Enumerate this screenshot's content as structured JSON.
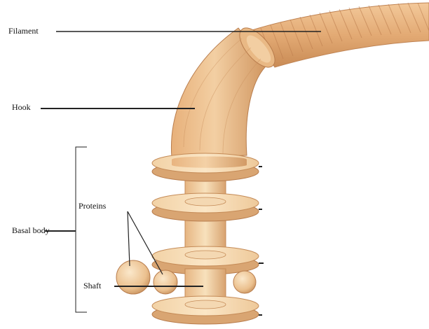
{
  "labels": {
    "filament": "Filament",
    "hook": "Hook",
    "proteins": "Proteins",
    "basal_body": "Basal body",
    "shaft": "Shaft"
  },
  "colors": {
    "structure_light": "#f6d9ae",
    "structure_mid": "#e4b17e",
    "structure_dark": "#c48a56",
    "line": "#222222"
  }
}
